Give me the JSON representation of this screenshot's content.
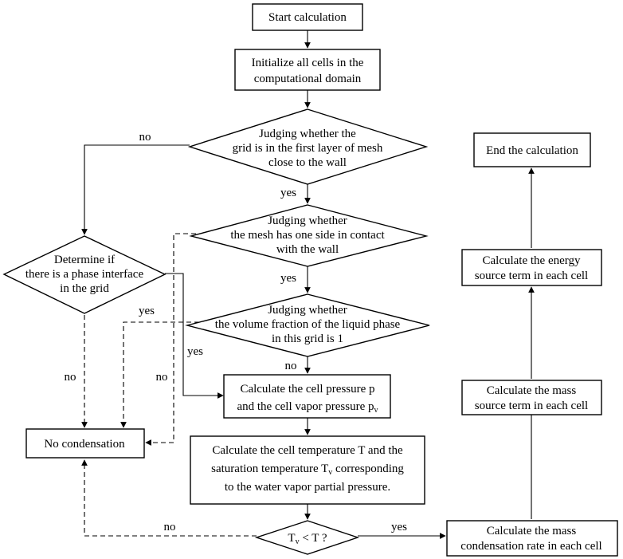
{
  "nodes": {
    "start": {
      "lines": [
        "Start calculation"
      ]
    },
    "init": {
      "lines": [
        "Initialize all cells in the",
        "computational domain"
      ]
    },
    "judge_first_layer": {
      "lines": [
        "Judging whether the",
        "grid is in the first layer of mesh",
        "close to the wall"
      ]
    },
    "judge_contact": {
      "lines": [
        "Judging whether",
        "the mesh has one side in contact",
        "with the wall"
      ]
    },
    "judge_volume": {
      "lines": [
        "Judging whether",
        "the volume fraction of the liquid phase",
        "in this grid is 1"
      ]
    },
    "phase_interface": {
      "lines": [
        "Determine if",
        "there is a phase interface",
        "in the grid"
      ]
    },
    "cell_pressure": {
      "line1": "Calculate the cell pressure p",
      "line2_prefix": "and the cell vapor pressure p",
      "line2_sub": "v"
    },
    "cell_temperature": {
      "line1": "Calculate the cell temperature T and the",
      "line2_prefix": "saturation temperature T",
      "line2_sub": "v",
      "line2_suffix": " corresponding",
      "line3": "to the water vapor  partial pressure."
    },
    "compare": {
      "prefix": "T",
      "sub": "v",
      "suffix": " < T ?"
    },
    "no_condensation": {
      "lines": [
        "No condensation"
      ]
    },
    "mass_condensation": {
      "lines": [
        "Calculate the mass",
        "condensation rate in each cell"
      ]
    },
    "mass_source": {
      "lines": [
        "Calculate the mass",
        "source term in each cell"
      ]
    },
    "energy_source": {
      "lines": [
        "Calculate the energy",
        "source term in each cell"
      ]
    },
    "end": {
      "lines": [
        "End the calculation"
      ]
    }
  },
  "edge_labels": {
    "first_layer_no": "no",
    "first_layer_yes": "yes",
    "contact_yes": "yes",
    "contact_no": "no",
    "volume_yes": "yes",
    "volume_no": "no",
    "interface_yes": "yes",
    "interface_no": "no",
    "compare_yes": "yes",
    "compare_no": "no"
  }
}
